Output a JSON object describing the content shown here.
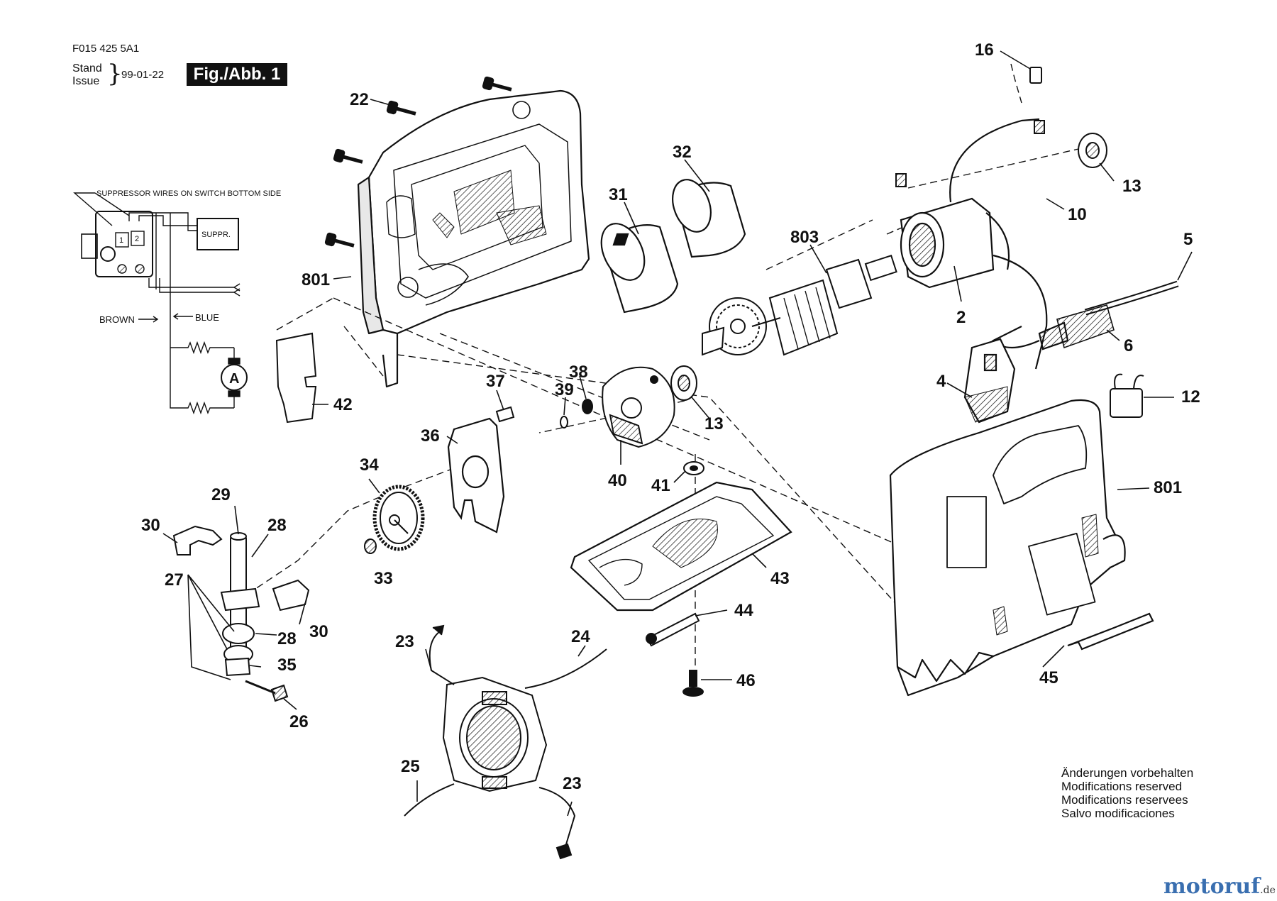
{
  "header": {
    "doc_code": "F015 425 5A1",
    "stand_label": "Stand",
    "issue_label": "Issue",
    "date": "99-01-22",
    "fig_label": "Fig./Abb. 1"
  },
  "wiring": {
    "suppressor_note": "SUPPRESSOR WIRES ON SWITCH BOTTOM SIDE",
    "suppr_box": "SUPPR.",
    "brown": "BROWN",
    "blue": "BLUE",
    "motor": "A",
    "term1": "1",
    "term2": "2"
  },
  "part_numbers": {
    "p16": "16",
    "p22": "22",
    "p32": "32",
    "p31": "31",
    "p13a": "13",
    "p10": "10",
    "p803": "803",
    "p5": "5",
    "p801a": "801",
    "p2": "2",
    "p6": "6",
    "p42": "42",
    "p37": "37",
    "p38": "38",
    "p39": "39",
    "p4": "4",
    "p12": "12",
    "p13b": "13",
    "p36": "36",
    "p34": "34",
    "p40": "40",
    "p41": "41",
    "p801b": "801",
    "p29": "29",
    "p30a": "30",
    "p28a": "28",
    "p27": "27",
    "p33": "33",
    "p43": "43",
    "p44": "44",
    "p30b": "30",
    "p28b": "28",
    "p35": "35",
    "p23a": "23",
    "p24": "24",
    "p45": "45",
    "p46": "46",
    "p26": "26",
    "p25": "25",
    "p23b": "23"
  },
  "notes": [
    "Änderungen vorbehalten",
    "Modifications reserved",
    "Modifications reservees",
    "Salvo modificaciones"
  ],
  "watermark": {
    "text": "motoruf",
    "suffix": ".de"
  }
}
